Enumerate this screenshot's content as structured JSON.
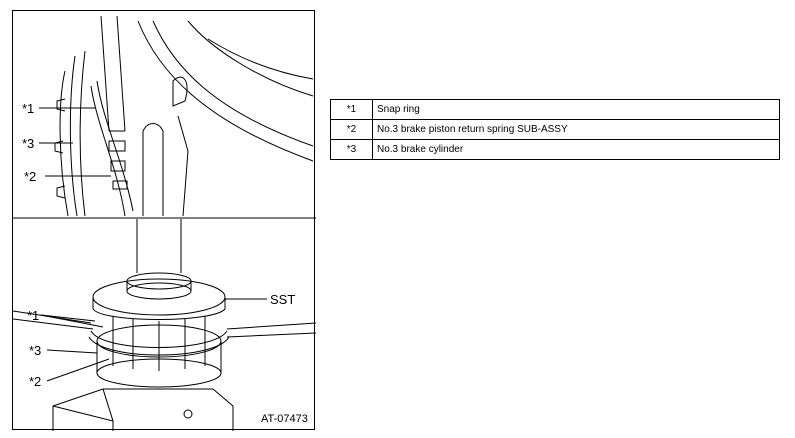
{
  "figure": {
    "top_callouts": [
      "*1",
      "*3",
      "*2"
    ],
    "bottom_callouts": [
      "*1",
      "*3",
      "*2"
    ],
    "sst_label": "SST",
    "figure_code": "AT-07473"
  },
  "legend": {
    "rows": [
      {
        "num": "*1",
        "desc": "Snap ring"
      },
      {
        "num": "*2",
        "desc": "No.3 brake piston return spring SUB-ASSY"
      },
      {
        "num": "*3",
        "desc": "No.3 brake cylinder"
      }
    ]
  }
}
